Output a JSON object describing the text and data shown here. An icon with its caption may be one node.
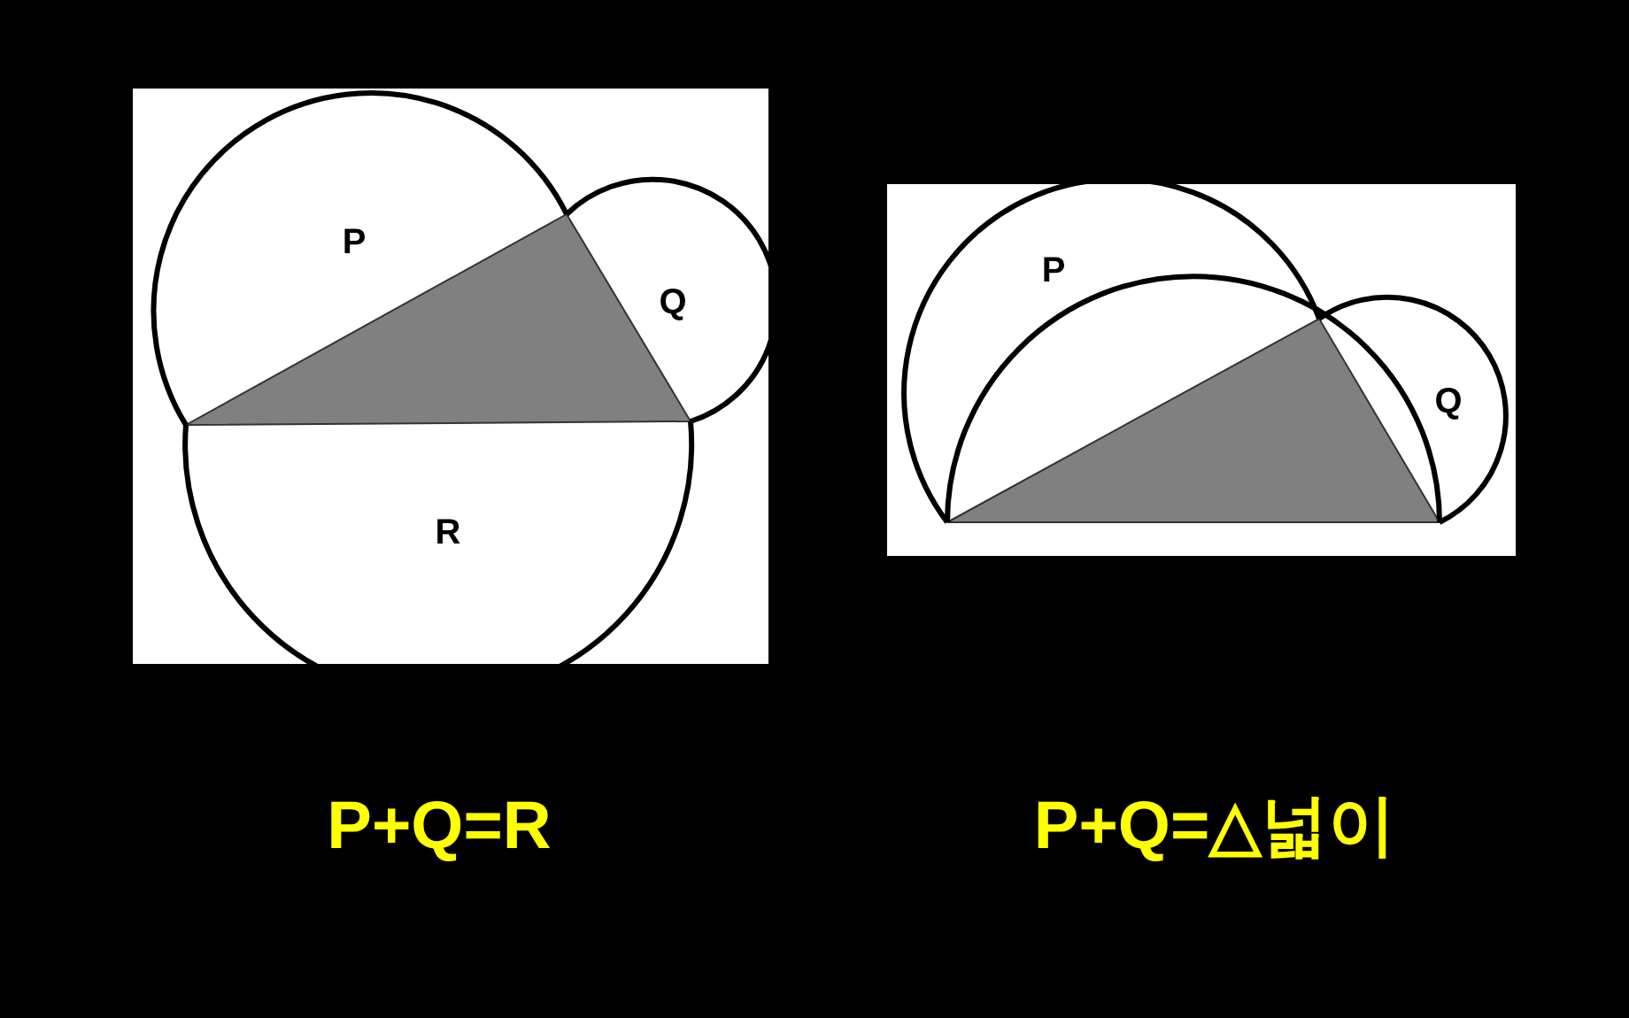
{
  "diagram": {
    "labels": [
      "P",
      "Q",
      "R",
      "P",
      "Q",
      "P+Q=R",
      "P+Q=△넓이"
    ]
  }
}
